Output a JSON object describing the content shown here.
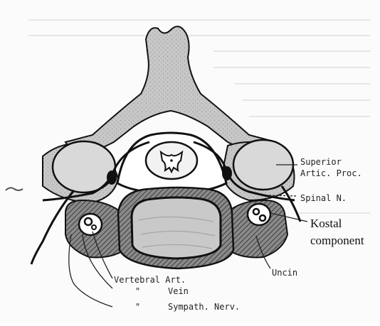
{
  "figure": {
    "labels": {
      "superior_line1": "Superior",
      "superior_line2": "Artic. Proc.",
      "spinal_nerve": "Spinal N.",
      "kostal_line1": "Kostal",
      "kostal_line2": "component",
      "uncinate": "Uncin",
      "vertebral_artery": "Vertebral Art.",
      "vein_ditto": "\"",
      "vein": "Vein",
      "sympath_ditto": "\"",
      "sympath_nerve": "Sympath. Nerv."
    }
  }
}
